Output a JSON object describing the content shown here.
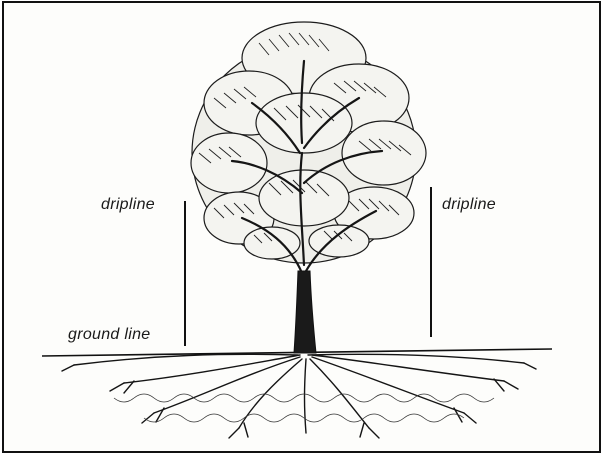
{
  "diagram": {
    "labels": {
      "dripline_left": "dripline",
      "dripline_right": "dripline",
      "ground_line": "ground line"
    }
  }
}
